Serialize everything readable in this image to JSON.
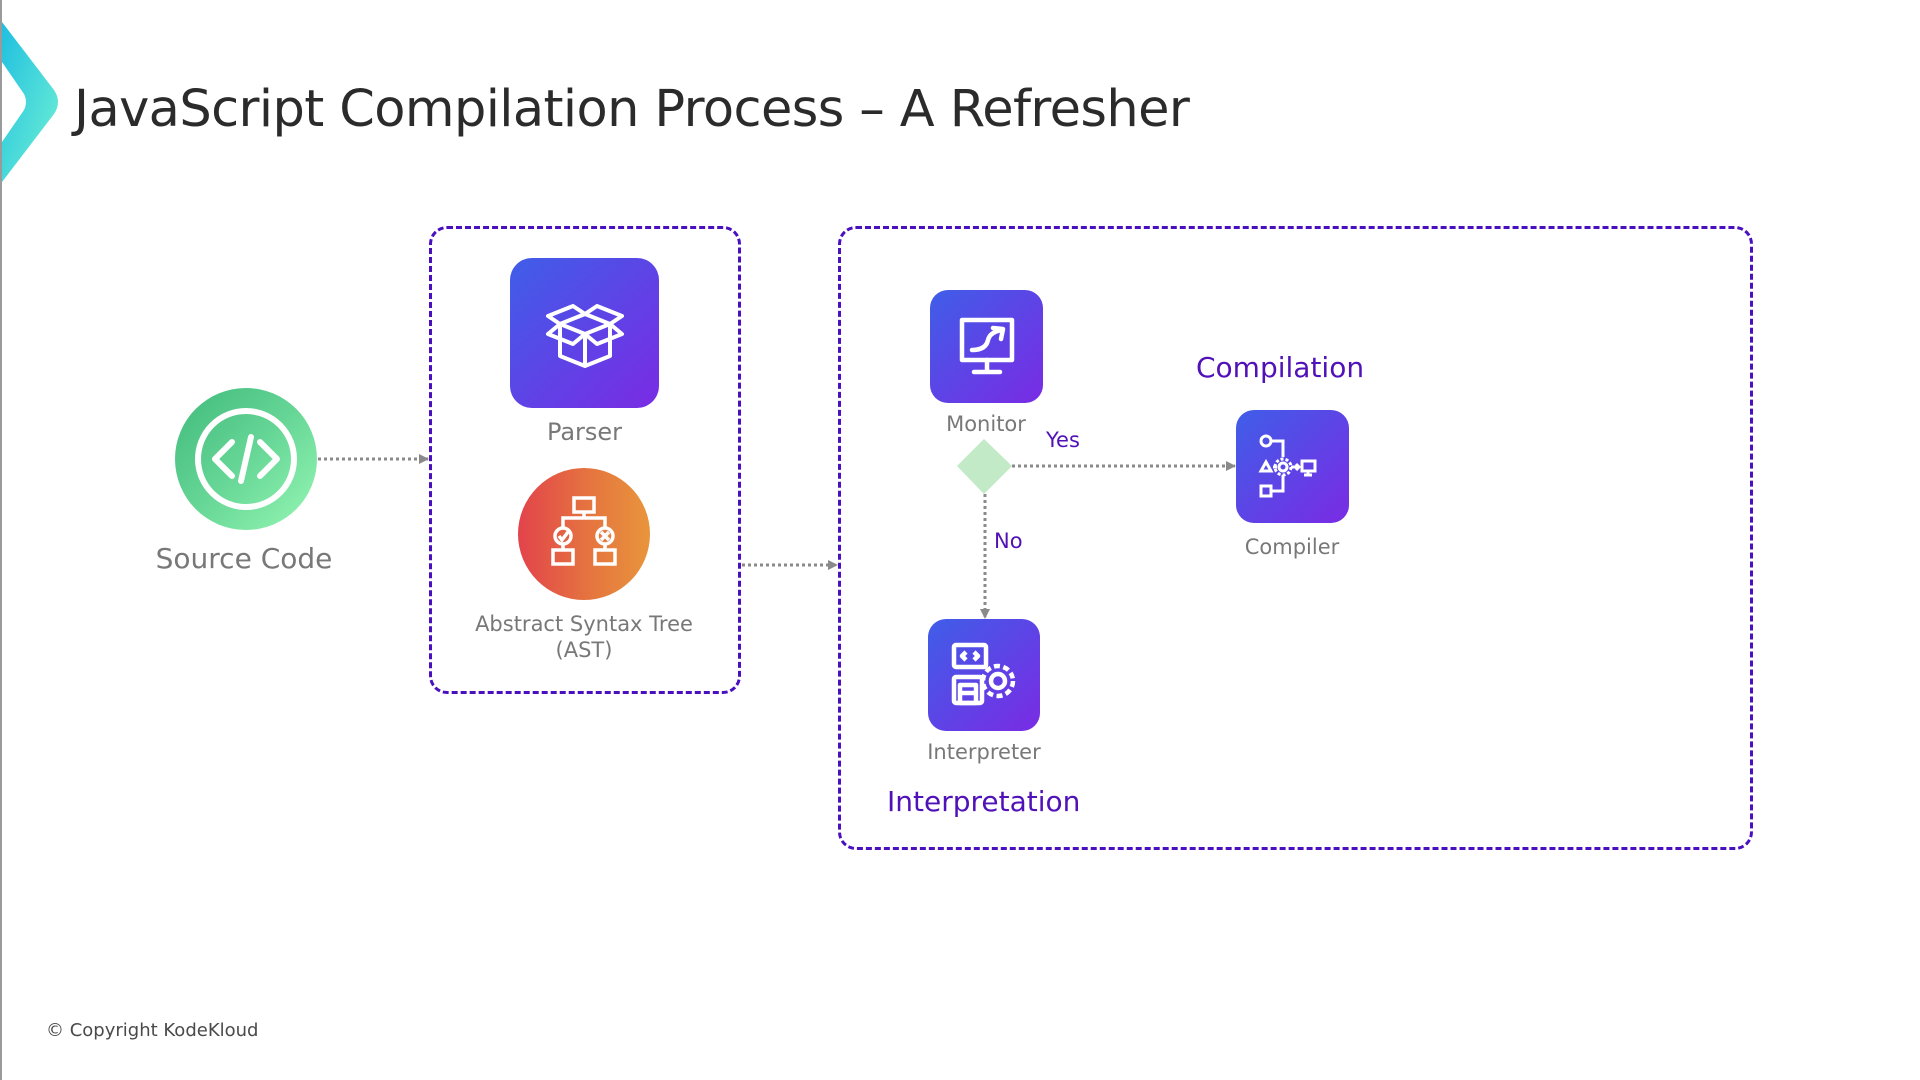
{
  "slide": {
    "title": "JavaScript Compilation Process – A Refresher",
    "copyright": "© Copyright KodeKloud"
  },
  "colors": {
    "accent_purple": "#5011b8",
    "dash_border": "#4a0fbf",
    "tile_gradient": [
      "#3f5ee8",
      "#7a2be4"
    ],
    "source_gradient": [
      "#3fb97b",
      "#96f7b4"
    ],
    "ast_gradient": [
      "#e2434b",
      "#e8953c"
    ],
    "decision_diamond": "#c2eac6",
    "connector": "#8a8a8a",
    "logo_gradient": [
      "#22c4e0",
      "#6df0d6"
    ]
  },
  "nodes": {
    "source": {
      "label": "Source Code",
      "icon": "code-brackets-icon"
    },
    "parser": {
      "label": "Parser",
      "icon": "open-box-icon"
    },
    "ast": {
      "label": "Abstract Syntax Tree (AST)",
      "icon": "decision-tree-icon"
    },
    "monitor": {
      "label": "Monitor",
      "icon": "monitor-trend-icon"
    },
    "compiler": {
      "label": "Compiler",
      "icon": "pipeline-gear-icon"
    },
    "interpreter": {
      "label": "Interpreter",
      "icon": "code-gear-icon"
    }
  },
  "groups": {
    "compilation": "Compilation",
    "interpretation": "Interpretation"
  },
  "edges": {
    "yes": "Yes",
    "no": "No"
  },
  "flow": [
    {
      "from": "source",
      "to": "parser-group"
    },
    {
      "from": "parser-group",
      "to": "engine-group"
    },
    {
      "from": "decision",
      "to": "compiler",
      "label": "Yes"
    },
    {
      "from": "decision",
      "to": "interpreter",
      "label": "No"
    }
  ]
}
